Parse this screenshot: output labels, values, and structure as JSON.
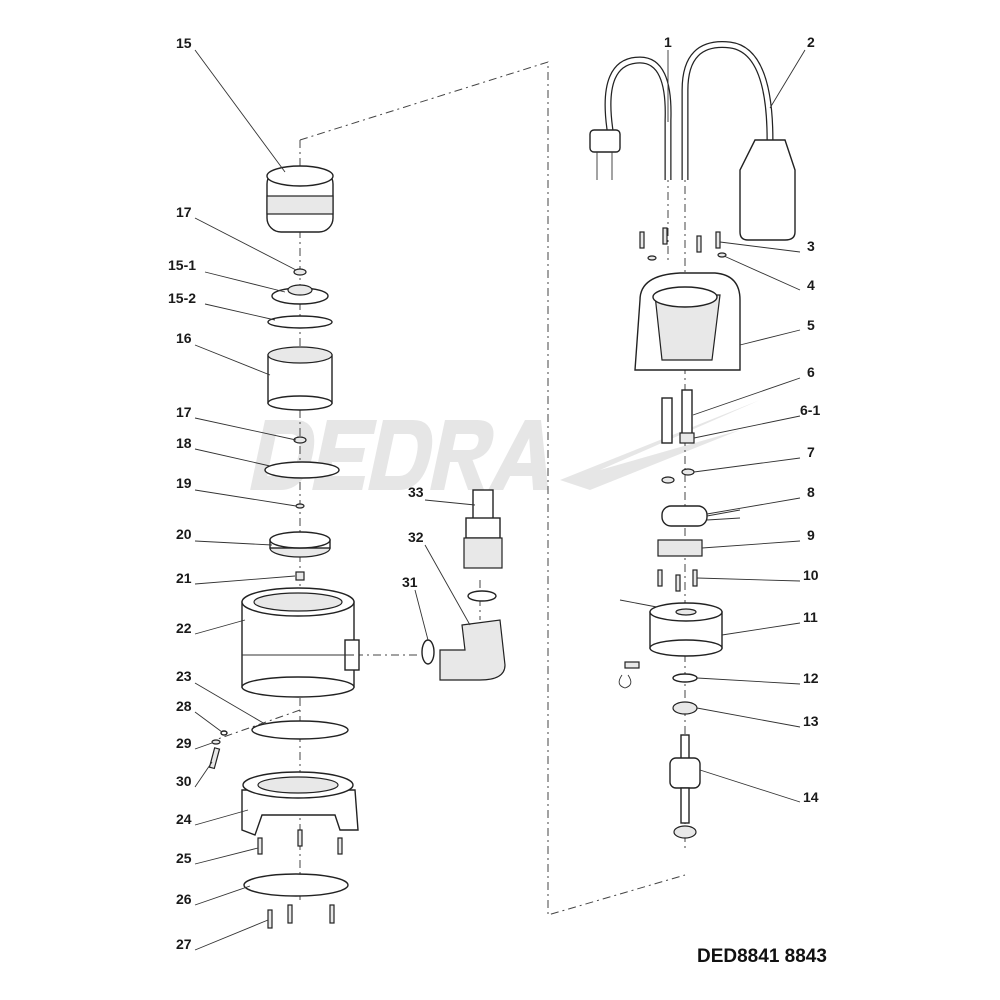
{
  "title": "DED8841 8843",
  "watermark": "DEDRA",
  "labels": {
    "l15": "15",
    "l17a": "17",
    "l15_1": "15-1",
    "l15_2": "15-2",
    "l16": "16",
    "l17b": "17",
    "l18": "18",
    "l19": "19",
    "l20": "20",
    "l21": "21",
    "l22": "22",
    "l23": "23",
    "l28": "28",
    "l29": "29",
    "l30": "30",
    "l24": "24",
    "l25": "25",
    "l26": "26",
    "l27": "27",
    "l33": "33",
    "l32": "32",
    "l31": "31",
    "l1": "1",
    "l2": "2",
    "l3": "3",
    "l4": "4",
    "l5": "5",
    "l6": "6",
    "l6_1": "6-1",
    "l7": "7",
    "l8": "8",
    "l9": "9",
    "l10": "10",
    "l11": "11",
    "l12": "12",
    "l13": "13",
    "l14": "14"
  }
}
